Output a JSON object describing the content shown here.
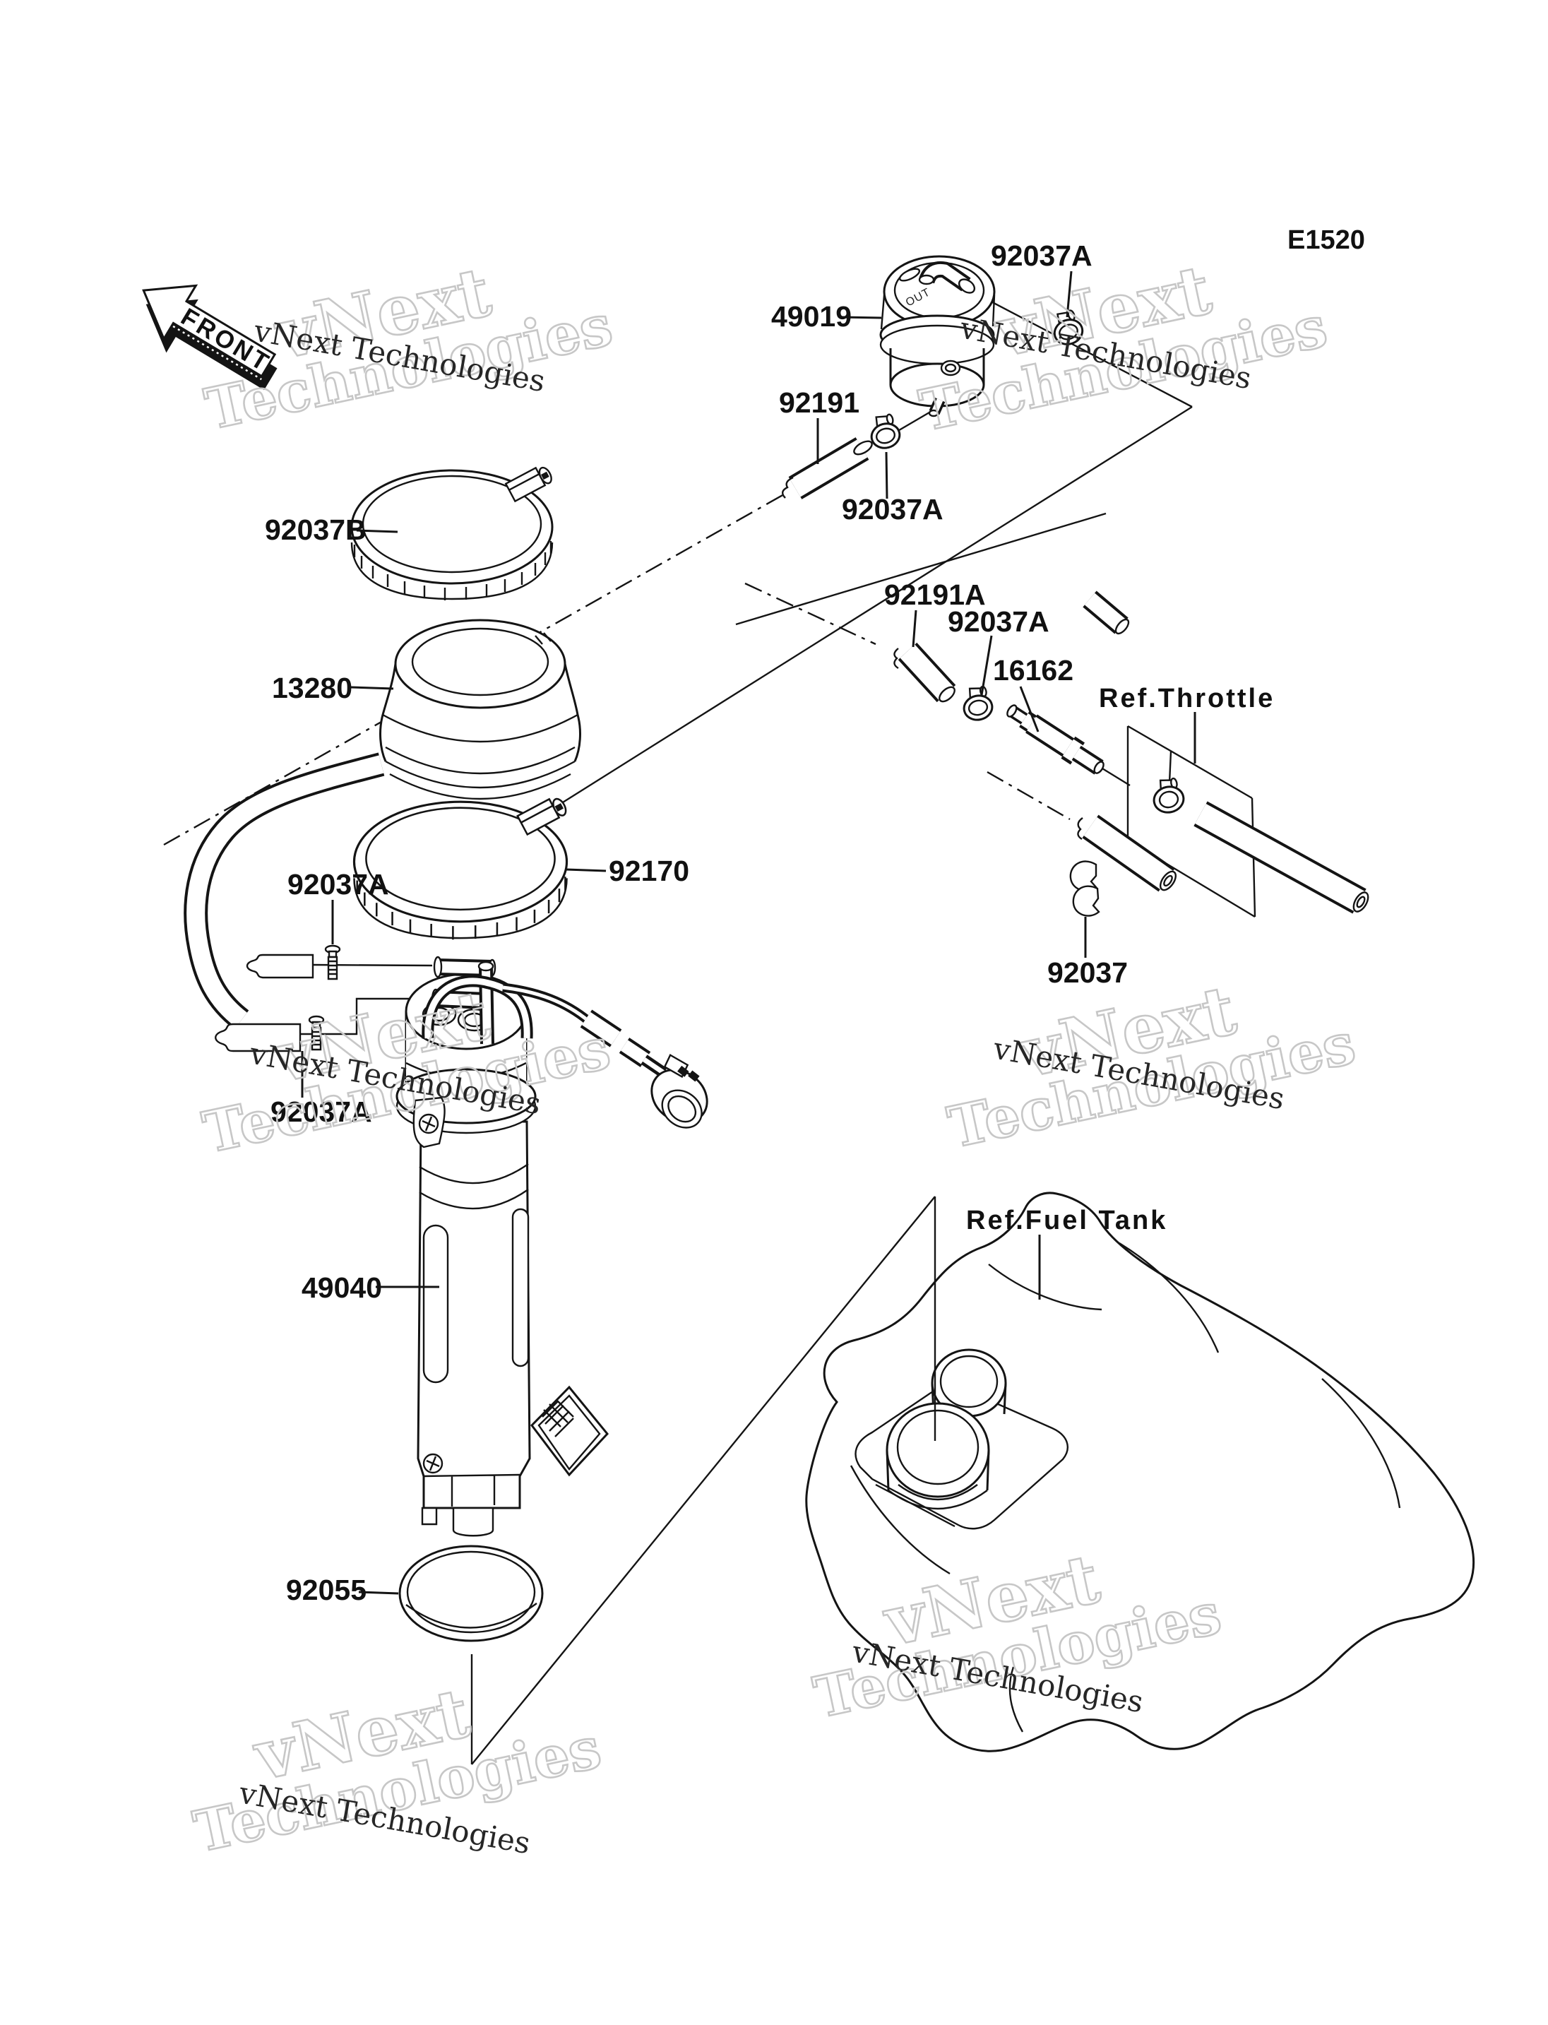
{
  "page": {
    "background": "#ffffff",
    "drawing_code": "E1520"
  },
  "front_marker": {
    "label": "FRONT"
  },
  "canister": {
    "port_text": "OUT"
  },
  "watermark": {
    "line1": "vNext",
    "line2": "Technologies",
    "small": "vNext Technologies",
    "outline_color": "#c7c7c7",
    "solid_color": "#262626"
  },
  "colors": {
    "line": "#141414",
    "background": "#ffffff"
  },
  "labels": [
    {
      "id": "49019",
      "text": "49019"
    },
    {
      "id": "92037a-canister-clamp",
      "text": "92037A"
    },
    {
      "id": "92191",
      "text": "92191"
    },
    {
      "id": "92037a-hose-clamp",
      "text": "92037A"
    },
    {
      "id": "92037b",
      "text": "92037B"
    },
    {
      "id": "13280",
      "text": "13280"
    },
    {
      "id": "92191a",
      "text": "92191A"
    },
    {
      "id": "92037a-fuel-line-clamp",
      "text": "92037A"
    },
    {
      "id": "16162",
      "text": "16162"
    },
    {
      "id": "ref-throttle",
      "text": "Ref.Throttle"
    },
    {
      "id": "92170",
      "text": "92170"
    },
    {
      "id": "92037a-screw-upper",
      "text": "92037A"
    },
    {
      "id": "92037",
      "text": "92037"
    },
    {
      "id": "92037a-screw-lower",
      "text": "92037A"
    },
    {
      "id": "49040",
      "text": "49040"
    },
    {
      "id": "ref-fuel-tank",
      "text": "Ref.Fuel Tank"
    },
    {
      "id": "92055",
      "text": "92055"
    }
  ]
}
